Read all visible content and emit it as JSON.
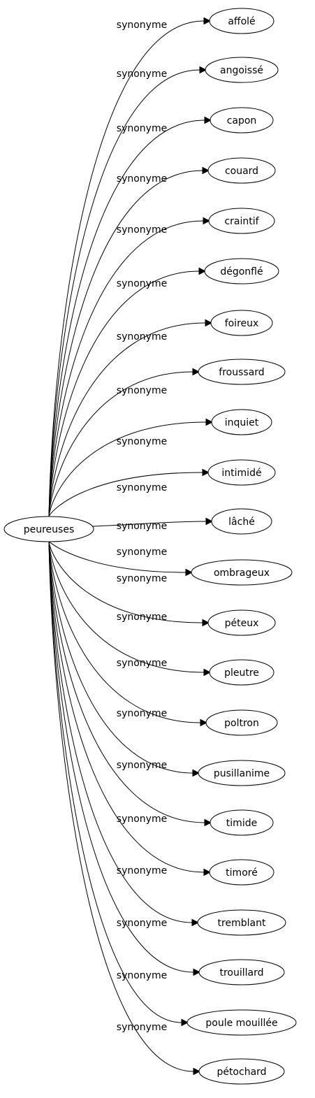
{
  "graph": {
    "root": "peureuses",
    "edge_label": "synonyme",
    "targets": [
      "affolé",
      "angoissé",
      "capon",
      "couard",
      "craintif",
      "dégonflé",
      "foireux",
      "froussard",
      "inquiet",
      "intimidé",
      "lâché",
      "ombrageux",
      "péteux",
      "pleutre",
      "poltron",
      "pusillanime",
      "timide",
      "timoré",
      "tremblant",
      "trouillard",
      "poule mouillée",
      "pétochard"
    ]
  }
}
